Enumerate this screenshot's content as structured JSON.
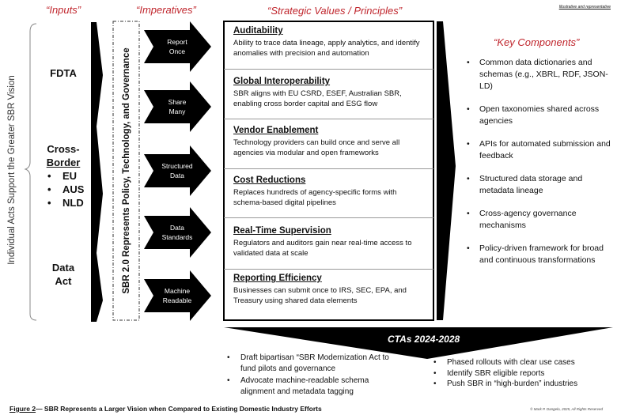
{
  "headers": {
    "inputs": "“Inputs”",
    "imperatives": "“Imperatives”",
    "values": "“Strategic Values / Principles”",
    "key_components": "“Key Components”",
    "note": "Illustrative and representative"
  },
  "side_label": "Individual Acts Support the Greater SBR Vision",
  "inputs": {
    "fdta": "FDTA",
    "cross_border": [
      "Cross-",
      "Border"
    ],
    "countries": [
      "EU",
      "AUS",
      "NLD"
    ],
    "data_act": [
      "Data",
      "Act"
    ]
  },
  "sbr_label": "SBR 2.0 Represents Policy, Technology, and Governance",
  "imperatives": [
    [
      "Report",
      "Once"
    ],
    [
      "Share",
      "Many"
    ],
    [
      "Structured",
      "Data"
    ],
    [
      "Data",
      "Standards"
    ],
    [
      "Machine",
      "Readable"
    ]
  ],
  "values": [
    {
      "title": "Auditability",
      "text": "Ability to trace data lineage, apply analytics, and identify anomalies with precision and automation"
    },
    {
      "title": "Global Interoperability",
      "text": "SBR aligns with EU CSRD, ESEF, Australian SBR, enabling cross border capital and ESG flow"
    },
    {
      "title": "Vendor Enablement",
      "text": "Technology providers can build once and serve all agencies via modular and open frameworks"
    },
    {
      "title": "Cost Reductions",
      "text": "Replaces hundreds of agency-specific forms with schema-based digital pipelines"
    },
    {
      "title": "Real-Time Supervision",
      "text": "Regulators and auditors gain near real-time access to validated data at scale"
    },
    {
      "title": "Reporting Efficiency",
      "text": "Businesses can submit once to IRS, SEC, EPA, and Treasury using shared data elements"
    }
  ],
  "key_components": [
    "Common data dictionaries and schemas (e.g., XBRL, RDF, JSON-LD)",
    "Open taxonomies shared across agencies",
    "APIs for automated submission and feedback",
    "Structured data storage and metadata lineage",
    "Cross-agency governance mechanisms",
    "Policy-driven framework for broad and continuous transformations"
  ],
  "cta": {
    "title": "CTAs 2024-2028",
    "left": [
      "Draft bipartisan “SBR Modernization Act to fund pilots and governance",
      "Advocate machine-readable schema alignment and metadata tagging"
    ],
    "right": [
      "Phased rollouts with clear use cases",
      "Identify SBR eligible reports",
      "Push SBR in “high-burden” industries"
    ]
  },
  "caption": {
    "figure": "Figure 2",
    "text": "— SBR Represents a Larger Vision when Compared to Existing Domestic Industry Efforts",
    "copyright": "© Mark P. Dangelo, 2025, All Rights Reserved"
  },
  "colors": {
    "accent": "#c0262d",
    "black": "#000000"
  }
}
